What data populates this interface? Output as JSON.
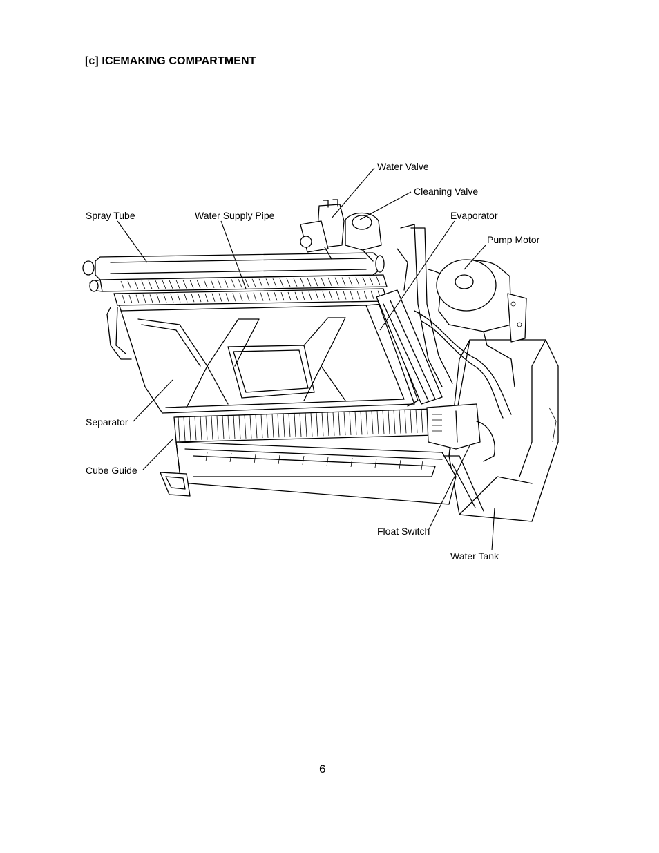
{
  "heading": "[c] ICEMAKING COMPARTMENT",
  "labels": {
    "water_valve": "Water Valve",
    "cleaning_valve": "Cleaning Valve",
    "spray_tube": "Spray Tube",
    "water_supply_pipe": "Water Supply Pipe",
    "evaporator": "Evaporator",
    "pump_motor": "Pump Motor",
    "separator": "Separator",
    "cube_guide": "Cube Guide",
    "float_switch": "Float Switch",
    "water_tank": "Water Tank"
  },
  "page_number": "6"
}
